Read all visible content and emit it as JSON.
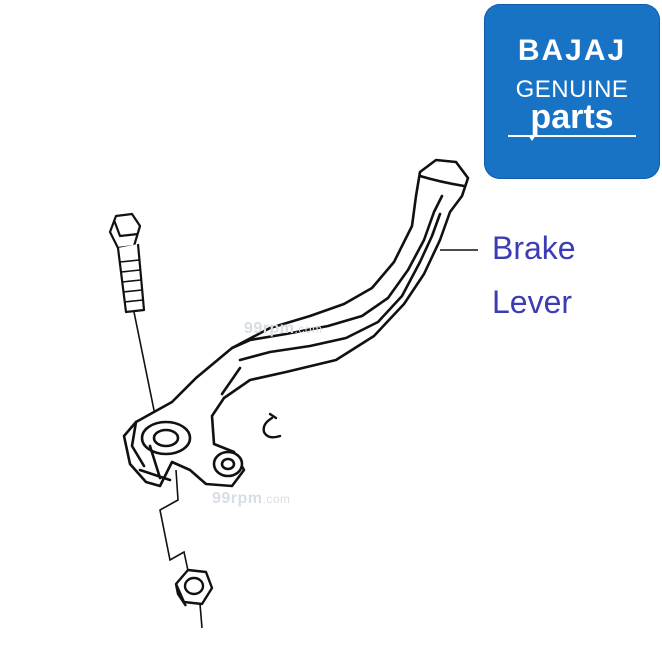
{
  "logo": {
    "line1": "BAJAJ",
    "line2": "GENUINE",
    "line3": "parts",
    "color": "#1873c4",
    "text_color": "#ffffff"
  },
  "callout": {
    "line1": "Brake",
    "line2": "Lever",
    "color": "#3c3cb4"
  },
  "watermarks": [
    {
      "main": "99rpm",
      "suffix": ".com"
    },
    {
      "main": "99rpm",
      "suffix": ".com"
    }
  ],
  "parts": [
    "bolt-icon",
    "lever-icon",
    "clip-icon",
    "nut-icon"
  ]
}
